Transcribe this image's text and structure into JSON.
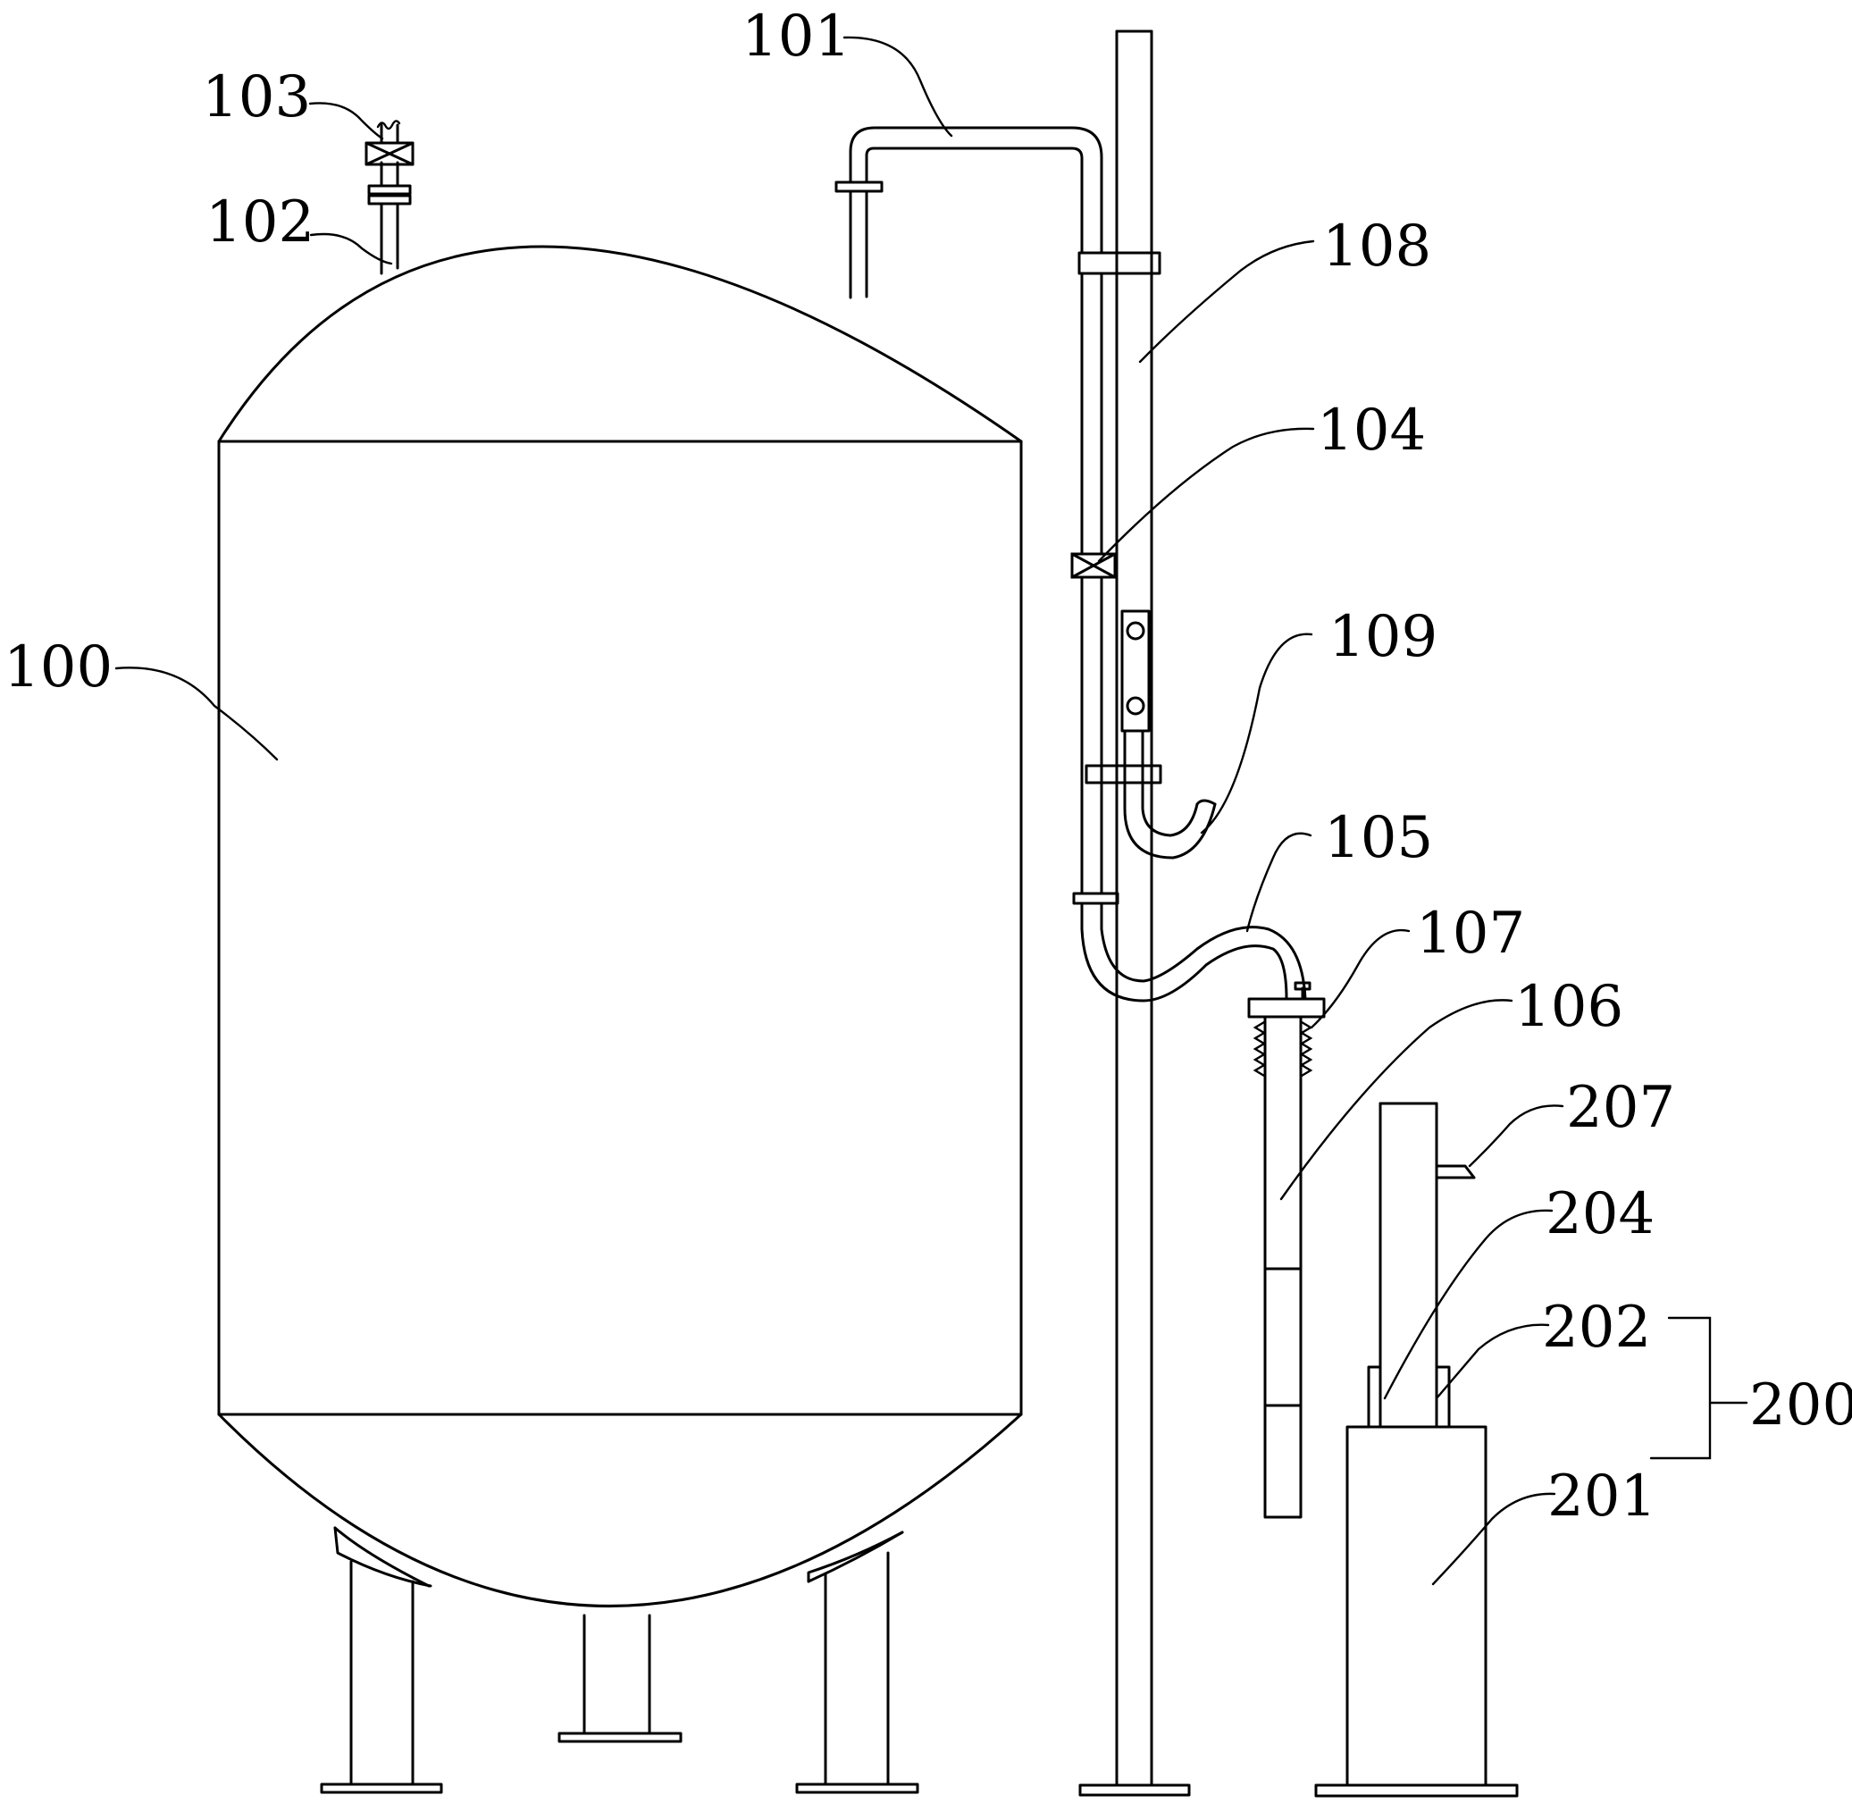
{
  "labels": {
    "l100": "100",
    "l101": "101",
    "l102": "102",
    "l103": "103",
    "l104": "104",
    "l105": "105",
    "l106": "106",
    "l107": "107",
    "l108": "108",
    "l109": "109",
    "l200": "200",
    "l201": "201",
    "l202": "202",
    "l204": "204",
    "l207": "207"
  }
}
